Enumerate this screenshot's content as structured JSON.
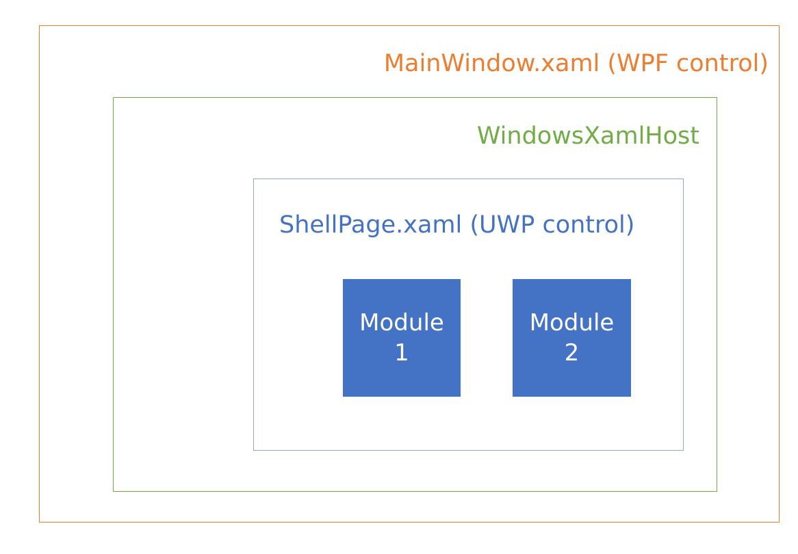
{
  "diagram": {
    "outer": {
      "label": "MainWindow.xaml (WPF control)",
      "color": "#ED7D31"
    },
    "host": {
      "label": "WindowsXamlHost",
      "color": "#70AD47"
    },
    "shell": {
      "label": "ShellPage.xaml (UWP control)",
      "color": "#4472C4"
    },
    "modules": [
      {
        "line1": "Module",
        "line2": "1"
      },
      {
        "line1": "Module",
        "line2": "2"
      }
    ],
    "module_color": "#4472C4"
  }
}
